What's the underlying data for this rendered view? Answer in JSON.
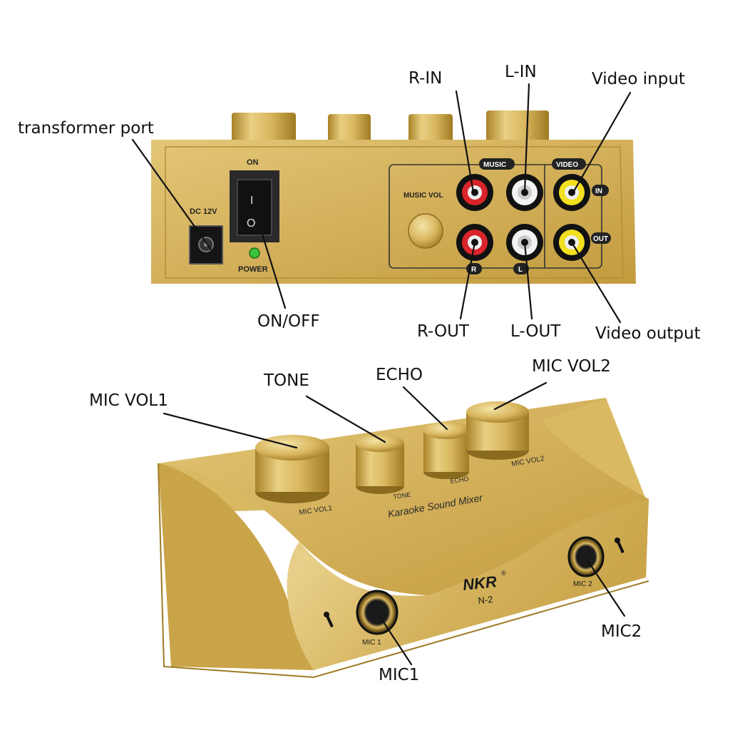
{
  "colors": {
    "gold_light": "#e6cc7c",
    "gold_mid": "#d1ad4f",
    "gold_dark": "#9e7a24",
    "rca_red": "#d8242a",
    "rca_white": "#f3f3f3",
    "rca_yellow": "#f2df1e",
    "power_led": "#3cc23a"
  },
  "callouts": {
    "transformer_port": "transformer port",
    "on_off": "ON/OFF",
    "r_in": "R-IN",
    "l_in": "L-IN",
    "video_input": "Video input",
    "r_out": "R-OUT",
    "l_out": "L-OUT",
    "video_output": "Video output",
    "mic_vol1": "MIC VOL1",
    "tone": "TONE",
    "echo": "ECHO",
    "mic_vol2": "MIC VOL2",
    "mic1": "MIC1",
    "mic2": "MIC2"
  },
  "back_panel": {
    "switch_on": "ON",
    "dc_label": "DC 12V",
    "power_label": "POWER",
    "music_vol": "MUSIC VOL",
    "music_tag": "MUSIC",
    "video_tag": "VIDEO",
    "in_tag": "IN",
    "out_tag": "OUT",
    "r_tag": "R",
    "l_tag": "L",
    "switch_i": "I",
    "switch_o": "O"
  },
  "front_panel": {
    "mic_vol1": "MIC VOL1",
    "tone": "TONE",
    "echo": "ECHO",
    "mic_vol2": "MIC VOL2",
    "product_name": "Karaoke Sound Mixer",
    "brand": "NKR",
    "brand_mark": "®",
    "model": "N-2",
    "mic1": "MIC 1",
    "mic2": "MIC 2"
  }
}
